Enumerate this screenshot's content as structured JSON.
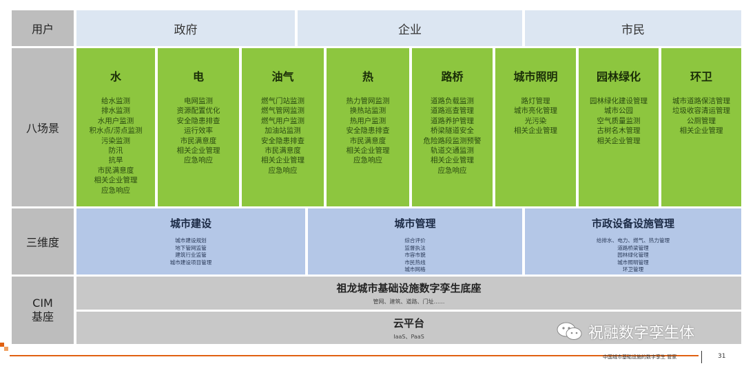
{
  "row_labels": {
    "users": "用户",
    "scenes": "八场景",
    "dimensions": "三维度",
    "cim": "CIM\n基座"
  },
  "users": [
    "政府",
    "企业",
    "市民"
  ],
  "scenes": [
    {
      "title": "水",
      "items": [
        "给水监测",
        "排水监测",
        "水用户监测",
        "积水点/涝点监测",
        "污染监测",
        "防汛",
        "抗旱",
        "市民满意度",
        "相关企业管理",
        "应急响应"
      ]
    },
    {
      "title": "电",
      "items": [
        "电网监测",
        "资源配置优化",
        "安全隐患排查",
        "运行效率",
        "市民满意度",
        "相关企业管理",
        "应急响应"
      ]
    },
    {
      "title": "油气",
      "items": [
        "燃气门站监测",
        "燃气管网监测",
        "燃气用户监测",
        "加油站监测",
        "安全隐患排查",
        "市民满意度",
        "相关企业管理",
        "应急响应"
      ]
    },
    {
      "title": "热",
      "items": [
        "热力管网监测",
        "换热站监测",
        "热用户监测",
        "安全隐患排查",
        "市民满意度",
        "相关企业管理",
        "应急响应"
      ]
    },
    {
      "title": "路桥",
      "items": [
        "道路负载监测",
        "道路巡查管理",
        "道路养护管理",
        "桥梁隧道安全",
        "危险路段监测预警",
        "轨道交通监测",
        "相关企业管理",
        "应急响应"
      ]
    },
    {
      "title": "城市照明",
      "items": [
        "路灯管理",
        "城市亮化管理",
        "光污染",
        "相关企业管理"
      ]
    },
    {
      "title": "园林绿化",
      "items": [
        "园林绿化建设管理",
        "城市公园",
        "空气质量监测",
        "古树名木管理",
        "相关企业管理"
      ]
    },
    {
      "title": "环卫",
      "items": [
        "城市道路保洁管理",
        "垃圾收容清运管理",
        "公厕管理",
        "相关企业管理"
      ]
    }
  ],
  "dimensions": [
    {
      "title": "城市建设",
      "items": [
        "城市建设规划",
        "地下管网监管",
        "建筑行业监管",
        "城市建设项目管理"
      ]
    },
    {
      "title": "城市管理",
      "items": [
        "综合评价",
        "监督执法",
        "市容市貌",
        "市民热线",
        "城市网格"
      ]
    },
    {
      "title": "市政设备设施管理",
      "items": [
        "给排水、电力、燃气、热力管理",
        "道路桥梁管理",
        "园林绿化管理",
        "城市照明管理",
        "环卫管理"
      ]
    }
  ],
  "base": {
    "twin_title": "祖龙城市基础设施数字孪生底座",
    "twin_sub": "管网、建筑、道路、门址……",
    "cloud_title": "云平台",
    "cloud_sub": "IaaS、PaaS"
  },
  "watermark": "祝融数字孪生体",
  "footer": {
    "text": "中国城市基础设施的数字孪生 管家",
    "page": "31"
  },
  "colors": {
    "scene_green": "#8dc63f",
    "dim_blue": "#b4c7e7",
    "user_blue": "#dce6f2",
    "base_gray": "#c8c8c8",
    "accent_orange": "#e06010"
  }
}
